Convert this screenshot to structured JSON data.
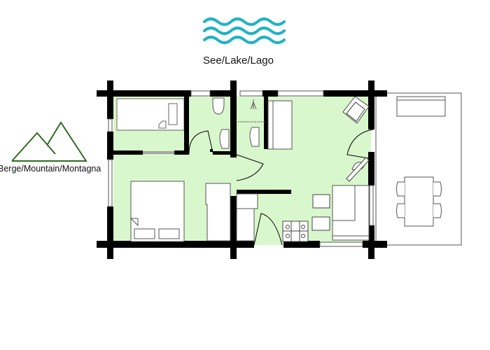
{
  "orientation": {
    "lake_label": "See/Lake/Lago",
    "mountain_label": "Berge/Mountain/Montagna"
  },
  "icons": {
    "lake": "waves-icon",
    "mountain": "mountains-icon"
  },
  "colors": {
    "floor": "#d9f7cc",
    "wall": "#000000",
    "waves": "#1fb3c4",
    "mountains": "#2e6b1f",
    "furniture_stroke": "#444444"
  },
  "rooms": [
    {
      "name": "bathroom-tub",
      "features": [
        "bathtub"
      ]
    },
    {
      "name": "wc",
      "features": [
        "toilet",
        "washbasin"
      ]
    },
    {
      "name": "shower-room",
      "features": [
        "shower",
        "washbasin"
      ]
    },
    {
      "name": "bedroom",
      "features": [
        "double-bed",
        "wardrobe"
      ]
    },
    {
      "name": "living-kitchen",
      "features": [
        "sofa",
        "armchair",
        "desk-lamp",
        "stove",
        "stools",
        "cabinet"
      ]
    },
    {
      "name": "terrace",
      "features": [
        "bench",
        "dining-table",
        "4-chairs"
      ]
    }
  ]
}
